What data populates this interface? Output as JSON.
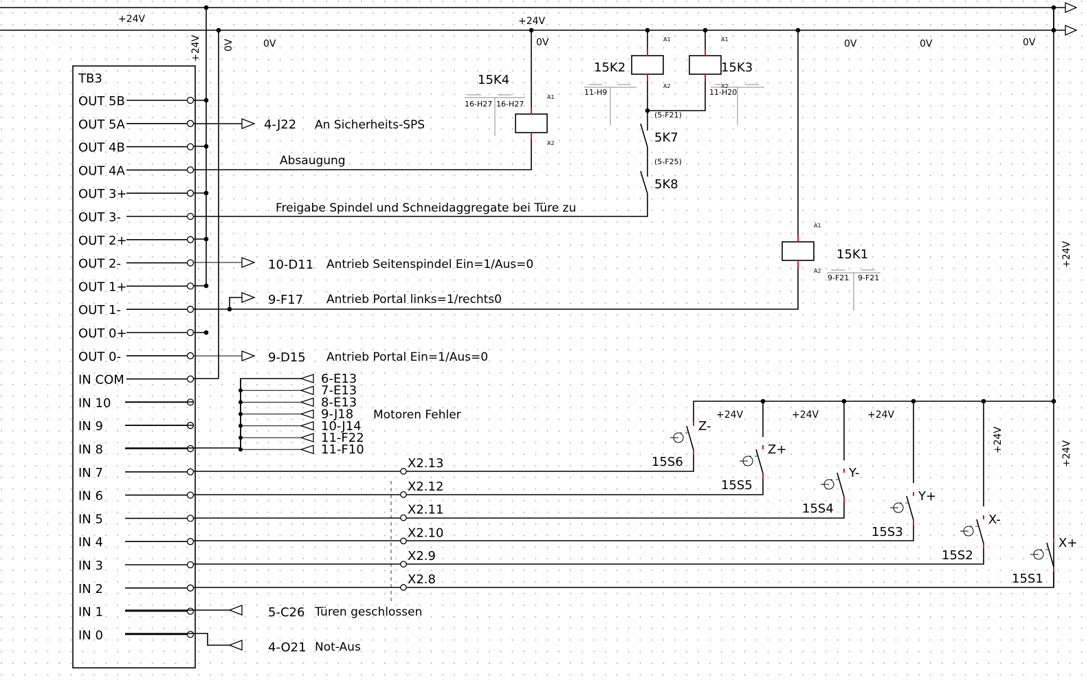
{
  "rails": {
    "v24": "+24V",
    "v0": "0V"
  },
  "terminal_block": {
    "name": "TB3",
    "pins": [
      "OUT 5B",
      "OUT 5A",
      "OUT 4B",
      "OUT 4A",
      "OUT 3+",
      "OUT 3-",
      "OUT 2+",
      "OUT 2-",
      "OUT 1+",
      "OUT 1-",
      "OUT 0+",
      "OUT 0-",
      "IN COM",
      "IN 10",
      "IN 9",
      "IN 8",
      "IN 7",
      "IN 6",
      "IN 5",
      "IN 4",
      "IN 3",
      "IN 2",
      "IN 1",
      "IN 0"
    ]
  },
  "outputs": {
    "out5a_ref": "4-J22",
    "out5a_desc": "An Sicherheits-SPS",
    "out4a_desc": "Absaugung",
    "out3_desc": "Freigabe Spindel und Schneidaggregate bei Türe zu",
    "out2_ref": "10-D11",
    "out2_desc": "Antrieb Seitenspindel Ein=1/Aus=0",
    "out1_ref": "9-F17",
    "out1_desc": "Antrieb Portal links=1/rechts0",
    "out0_ref": "9-D15",
    "out0_desc": "Antrieb Portal Ein=1/Aus=0"
  },
  "motor_faults": {
    "label": "Motoren Fehler",
    "refs": [
      "6-E13",
      "7-E13",
      "8-E13",
      "9-J18",
      "10-J14",
      "11-F22",
      "11-F10"
    ]
  },
  "inputs": {
    "in1_ref": "5-C26",
    "in1_desc": "Türen geschlossen",
    "in0_ref": "4-O21",
    "in0_desc": "Not-Aus"
  },
  "connectors": [
    "X2.13",
    "X2.12",
    "X2.11",
    "X2.10",
    "X2.9",
    "X2.8"
  ],
  "relays": {
    "k4": {
      "name": "15K4",
      "refs": [
        "16-H27",
        "16-H27"
      ],
      "a1": "A1",
      "a2": "A2"
    },
    "k2": {
      "name": "15K2",
      "ref": "11-H9",
      "a1": "A1",
      "a2": "A2"
    },
    "k3": {
      "name": "15K3",
      "ref": "11-H20",
      "a1": "A1",
      "a2": "A2"
    },
    "k1": {
      "name": "15K1",
      "refs": [
        "9-F21",
        "9-F21"
      ],
      "a1": "A1",
      "a2": "A2"
    }
  },
  "contacts": {
    "k7": {
      "name": "5K7",
      "ref": "(5-F21)"
    },
    "k8": {
      "name": "5K8",
      "ref": "(5-F25)"
    }
  },
  "limit_switches": [
    {
      "name": "15S6",
      "dir": "Z-"
    },
    {
      "name": "15S5",
      "dir": "Z+"
    },
    {
      "name": "15S4",
      "dir": "Y-"
    },
    {
      "name": "15S3",
      "dir": "Y+"
    },
    {
      "name": "15S2",
      "dir": "X-"
    },
    {
      "name": "15S1",
      "dir": "X+"
    }
  ]
}
